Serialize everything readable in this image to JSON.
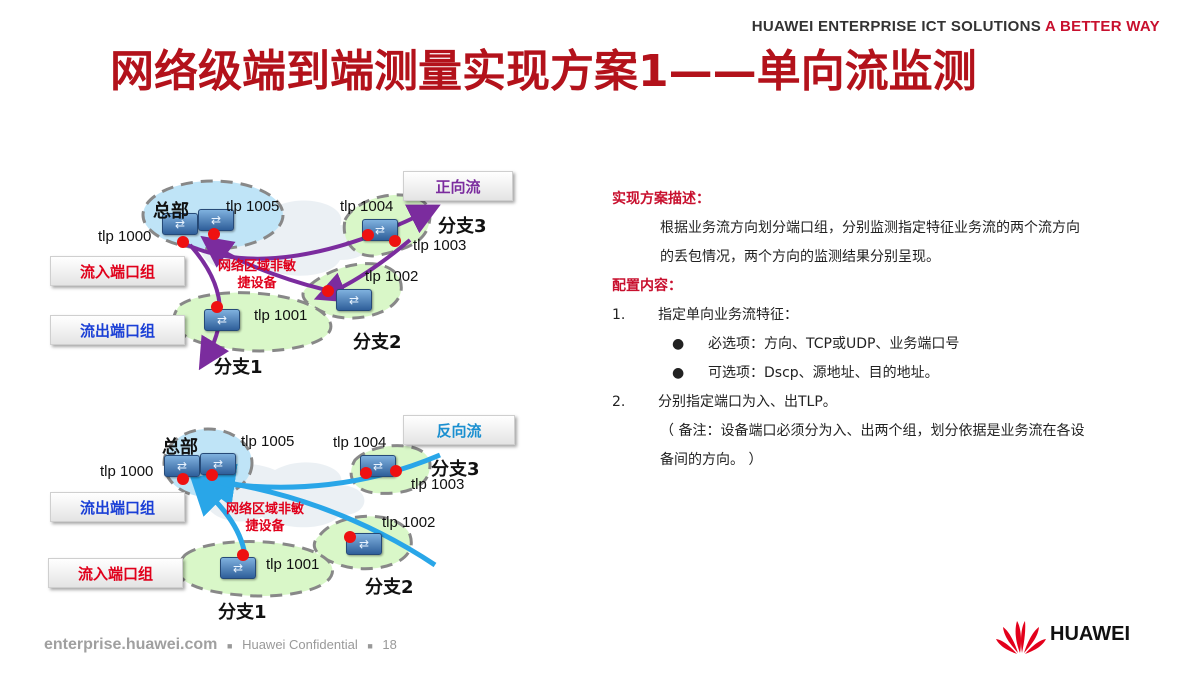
{
  "header": {
    "brand_main": "HUAWEI ENTERPRISE ICT SOLUTIONS",
    "brand_accent": "A BETTER WAY",
    "title": "网络级端到端测量实现方案1——单向流监测"
  },
  "diagram_top": {
    "flow_label": "正向流",
    "ingress_group": "流入端口组",
    "egress_group": "流出端口组",
    "zone_text": "网络区域非敏捷设备",
    "site_hq": "总部",
    "site_branch1": "分支1",
    "site_branch2": "分支2",
    "site_branch3": "分支3",
    "tlp_1000": "tlp 1000",
    "tlp_1001": "tlp 1001",
    "tlp_1002": "tlp 1002",
    "tlp_1003": "tlp 1003",
    "tlp_1004": "tlp 1004",
    "tlp_1005": "tlp 1005"
  },
  "diagram_bottom": {
    "flow_label": "反向流",
    "egress_group": "流出端口组",
    "ingress_group": "流入端口组",
    "zone_text": "网络区域非敏捷设备",
    "site_hq": "总部",
    "site_branch1": "分支1",
    "site_branch2": "分支2",
    "site_branch3": "分支3",
    "tlp_1000": "tlp 1000",
    "tlp_1001": "tlp 1001",
    "tlp_1002": "tlp 1002",
    "tlp_1003": "tlp 1003",
    "tlp_1004": "tlp 1004",
    "tlp_1005": "tlp 1005"
  },
  "description": {
    "heading1": "实现方案描述：",
    "para1_line1": "根据业务流方向划分端口组，分别监测指定特征业务流的两个流方向",
    "para1_line2": "的丢包情况，两个方向的监测结果分别呈现。",
    "heading2": "配置内容：",
    "item1_num": "1.",
    "item1_text": "指定单向业务流特征：",
    "bullet": "●",
    "bullet1": "必选项：方向、TCP或UDP、业务端口号",
    "bullet2": "可选项：Dscp、源地址、目的地址。",
    "item2_num": "2.",
    "item2_text": "分别指定端口为入、出TLP。",
    "note_line1": "（ 备注：设备端口必须分为入、出两个组，划分依据是业务流在各设",
    "note_line2": "备间的方向。 ）"
  },
  "footer": {
    "site": "enterprise.huawei.com",
    "sep": "■",
    "confidential": "Huawei Confidential",
    "page": "18"
  },
  "logo": {
    "text": "HUAWEI"
  },
  "colors": {
    "title": "#b3121b",
    "accent_red": "#c8102e",
    "forward_arrow": "#7b2c9e",
    "reverse_arrow": "#29a6e8",
    "zone_fill": "#d9f7c8"
  }
}
